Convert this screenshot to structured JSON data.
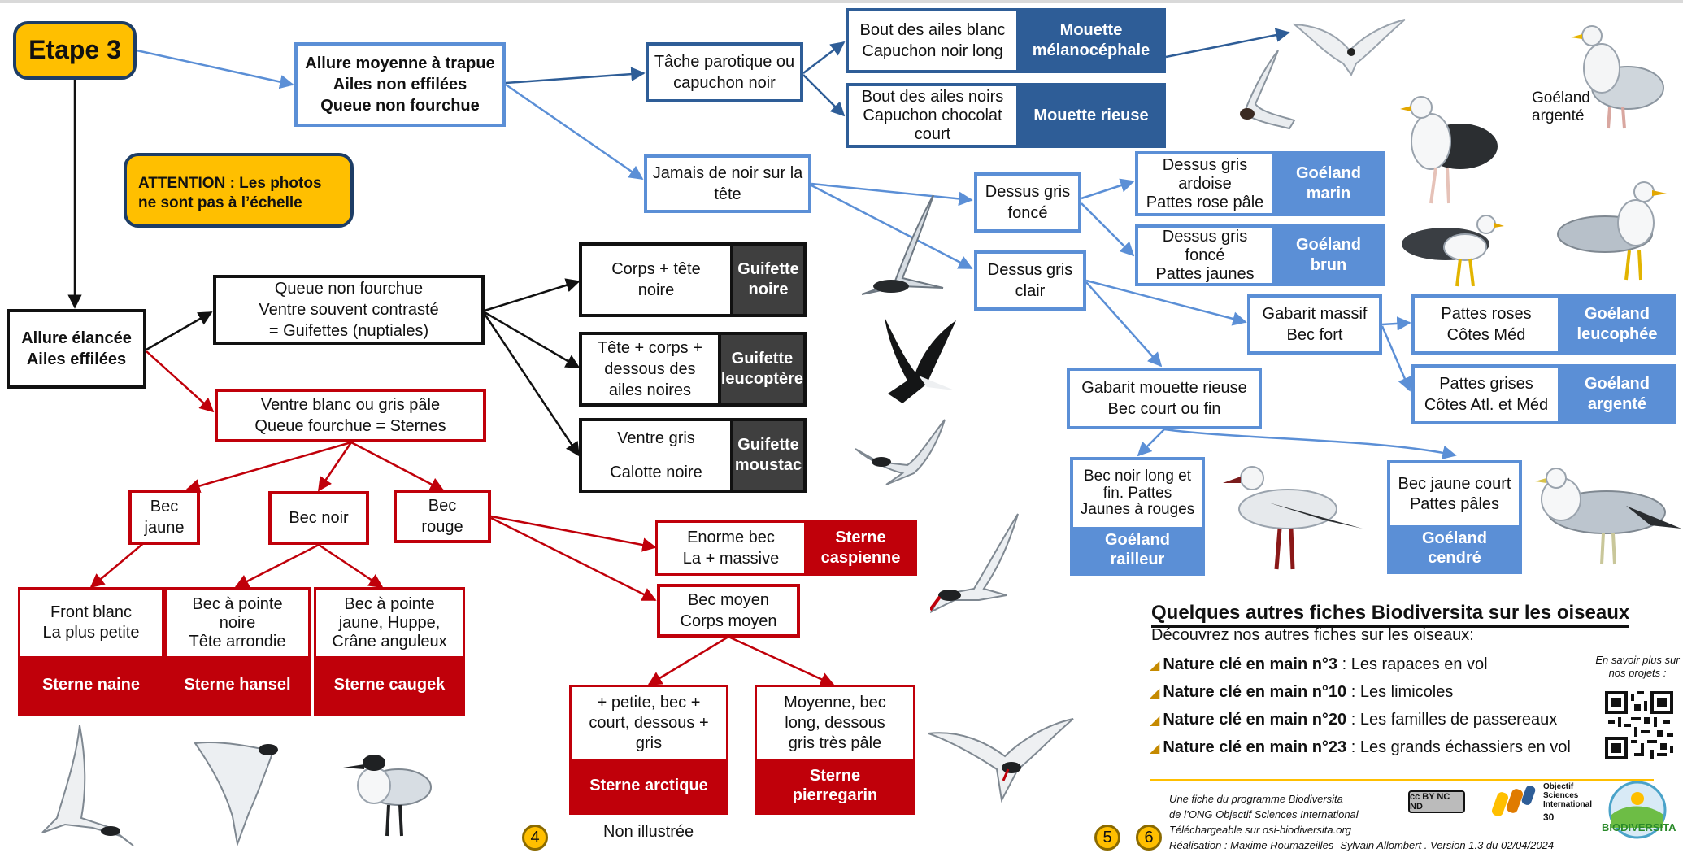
{
  "step_label": "Etape 3",
  "attention_note": "ATTENTION : Les photos ne sont pas à l’échelle",
  "nodes": {
    "trapue": "Allure moyenne à trapue\nAiles non effilées\nQueue non fourchue",
    "elancee": "Allure élancée\nAiles effilées",
    "tache": "Tâche parotique ou\ncapuchon noir",
    "jamais": "Jamais de noir sur la\ntête",
    "dessus_fonce": "Dessus gris\nfoncé",
    "dessus_clair": "Dessus gris\nclair",
    "gabarit_massif": "Gabarit massif\nBec fort",
    "gabarit_mouette": "Gabarit mouette rieuse\nBec court ou fin",
    "guifettes": "Queue non fourchue\nVentre souvent contrasté\n= Guifettes (nuptiales)",
    "sternes": "Ventre blanc ou gris pâle\nQueue fourchue = Sternes",
    "bec_jaune": "Bec\njaune",
    "bec_noir": "Bec noir",
    "bec_rouge": "Bec\nrouge",
    "bec_moyen": "Bec moyen\nCorps moyen"
  },
  "leaves": {
    "mouette_melano": {
      "desc": "Bout des ailes blanc\nCapuchon noir long",
      "name": "Mouette\nmélanocéphale"
    },
    "mouette_rieuse": {
      "desc": "Bout des ailes noirs\nCapuchon chocolat\ncourt",
      "name": "Mouette rieuse"
    },
    "goeland_marin": {
      "desc": "Dessus gris\nardoise\nPattes rose pâle",
      "name": "Goéland\nmarin"
    },
    "goeland_brun": {
      "desc": "Dessus gris\nfoncé\nPattes jaunes",
      "name": "Goéland\nbrun"
    },
    "goeland_leuco": {
      "desc": "Pattes roses\nCôtes Méd",
      "name": "Goéland\nleucophée"
    },
    "goeland_argente": {
      "desc": "Pattes grises\nCôtes Atl. et Méd",
      "name": "Goéland\nargenté"
    },
    "goeland_railleur": {
      "desc": "Bec noir long et\nfin. Pattes\nJaunes à rouges",
      "name": "Goéland\nrailleur"
    },
    "goeland_cendre": {
      "desc": "Bec jaune court\nPattes pâles",
      "name": "Goéland\ncendré"
    },
    "guifette_noire": {
      "desc": "Corps + tête\nnoire",
      "name": "Guifette\nnoire"
    },
    "guifette_leuco": {
      "desc": "Tête + corps +\ndessous des\nailes noires",
      "name": "Guifette\nleucoptère"
    },
    "guifette_moustac": {
      "desc": "Ventre gris\n\nCalotte noire",
      "name": "Guifette\nmoustac"
    },
    "sterne_caspienne": {
      "desc": "Enorme bec\nLa + massive",
      "name": "Sterne\ncaspienne"
    },
    "sterne_naine": {
      "desc": "Front blanc\nLa plus petite",
      "name": "Sterne naine"
    },
    "sterne_hansel": {
      "desc": "Bec à pointe\nnoire\nTête arrondie",
      "name": "Sterne hansel"
    },
    "sterne_caugek": {
      "desc": "Bec à pointe\njaune, Huppe,\nCrâne anguleux",
      "name": "Sterne caugek"
    },
    "sterne_arctique": {
      "desc": "+ petite, bec +\ncourt, dessous +\ngris",
      "name": "Sterne arctique"
    },
    "sterne_pierregarin": {
      "desc": "Moyenne, bec\nlong, dessous\ngris très pâle",
      "name": "Sterne\npierregarin"
    }
  },
  "photo_caption_goeland_argente": "Goéland\nargenté",
  "non_illustree": "Non illustrée",
  "page_numbers": [
    "4",
    "5",
    "6"
  ],
  "other_sheets": {
    "title": "Quelques autres fiches Biodiversita sur les oiseaux",
    "intro": "Découvrez nos autres fiches sur les oiseaux:",
    "items": [
      {
        "bold": "Nature clé en main n°3",
        "rest": " : Les rapaces en vol"
      },
      {
        "bold": "Nature clé en main n°10",
        "rest": " : Les limicoles"
      },
      {
        "bold": "Nature clé en main n°20",
        "rest": " : Les familles de passereaux"
      },
      {
        "bold": "Nature clé en main n°23",
        "rest": " : Les grands échassiers en vol"
      }
    ],
    "more_info": "En savoir plus sur\nnos projets :"
  },
  "credits": [
    "Une fiche du programme Biodiversita",
    "de l’ONG Objectif Sciences International",
    "Téléchargeable sur osi-biodiversita.org",
    "Réalisation : Maxime Roumazeilles-  Sylvain Allombert . Version 1.3 du 02/04/2024"
  ],
  "logos": {
    "cc": "cc BY NC ND",
    "osi": "Objectif\nSciences\nInternational",
    "osi_30": "30",
    "biodiversita": "BIODIVERSITA"
  },
  "colors": {
    "red": "#c0000a",
    "light_blue": "#5b8fd6",
    "dark_blue": "#2e5d97",
    "dark_gray": "#3f3f3f",
    "yellow": "#ffbf00"
  }
}
